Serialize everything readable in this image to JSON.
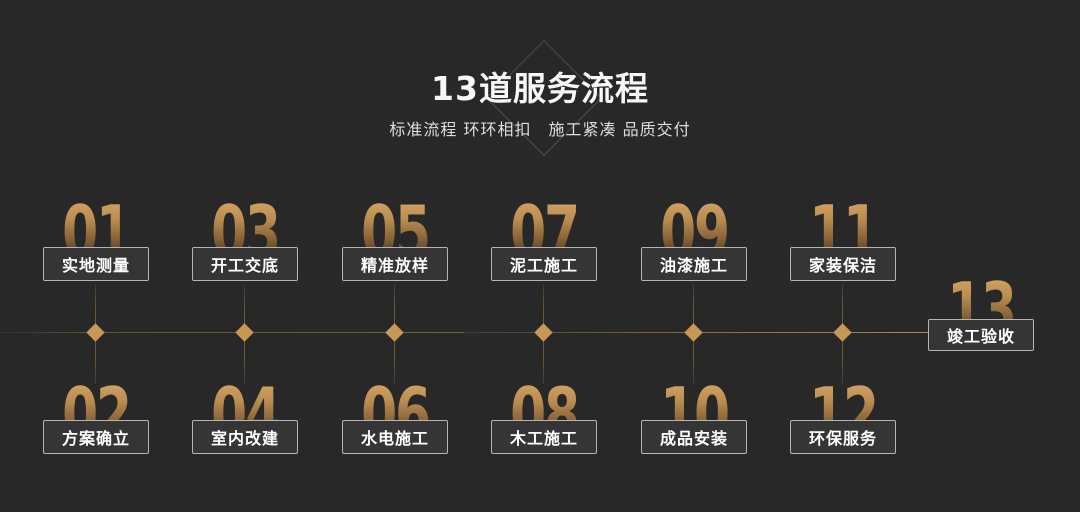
{
  "title": "13道服务流程",
  "subtitle": "标准流程 环环相扣　施工紧凑 品质交付",
  "steps": [
    {
      "num": "01",
      "label": "实地测量"
    },
    {
      "num": "02",
      "label": "方案确立"
    },
    {
      "num": "03",
      "label": "开工交底"
    },
    {
      "num": "04",
      "label": "室内改建"
    },
    {
      "num": "05",
      "label": "精准放样"
    },
    {
      "num": "06",
      "label": "水电施工"
    },
    {
      "num": "07",
      "label": "泥工施工"
    },
    {
      "num": "08",
      "label": "木工施工"
    },
    {
      "num": "09",
      "label": "油漆施工"
    },
    {
      "num": "10",
      "label": "成品安装"
    },
    {
      "num": "11",
      "label": "家装保洁"
    },
    {
      "num": "12",
      "label": "环保服务"
    },
    {
      "num": "13",
      "label": "竣工验收"
    }
  ],
  "colors": {
    "background": "#282828",
    "accent_gold": "#c69755",
    "timeline_line": "#77613a",
    "number_gradient_top": "#d2a364",
    "number_gradient_bottom": "#352c1e",
    "box_background": "#353535",
    "box_border": "#b5b5b5",
    "box_text": "#ffffff",
    "title_text": "#f7f7f7",
    "subtitle_text": "#dedede",
    "title_diamond_outline": "#4f4f4f"
  }
}
